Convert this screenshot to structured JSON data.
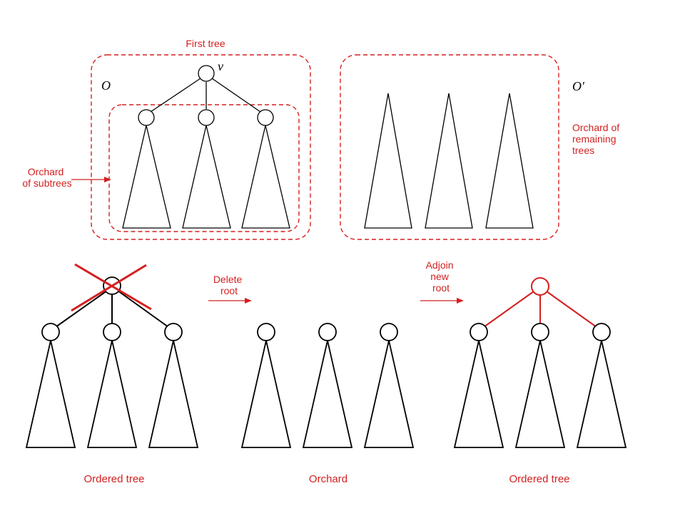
{
  "colors": {
    "accent": "#d42020",
    "line": "#000000",
    "background": "#ffffff"
  },
  "top": {
    "first_tree_label": "First tree",
    "root_label": "v",
    "orchard_label": "O",
    "orchard_prime_label": "O′",
    "orchard_of_subtrees_lines": [
      "Orchard",
      "of subtrees"
    ],
    "remaining_trees_lines": [
      "Orchard of",
      "remaining",
      "trees"
    ]
  },
  "bottom": {
    "delete_root_lines": [
      "Delete",
      "root"
    ],
    "adjoin_new_root_lines": [
      "Adjoin",
      "new",
      "root"
    ],
    "captions": {
      "left": "Ordered tree",
      "middle": "Orchard",
      "right": "Ordered tree"
    }
  }
}
